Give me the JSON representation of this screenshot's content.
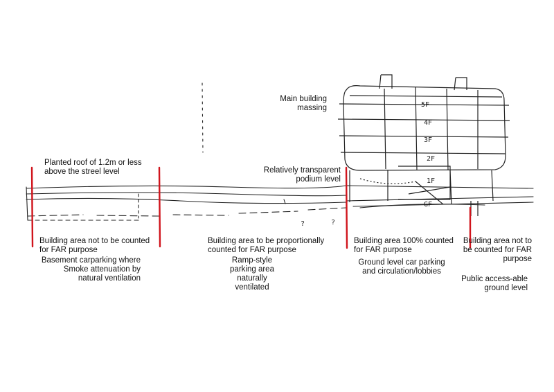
{
  "annotations": {
    "main_building": "Main building\nmassing",
    "planted_roof": "Planted roof of 1.2m or less\nabove the streel level",
    "podium": "Relatively transparent\npodium level",
    "zone1_far": "Building area not to be counted\nfor FAR purpose",
    "zone1_desc": "Basement carparking where\nSmoke attenuation by\nnatural ventilation",
    "zone2_far": "Building area to be proportionally\ncounted for FAR purpose",
    "zone2_desc": "Ramp-style\nparking area\nnaturally\nventilated",
    "zone3_far": "Building area 100% counted\nfor FAR purpose",
    "zone3_desc": "Ground level car parking\nand circulation/lobbies",
    "zone4_far": "Building area not to\nbe counted for FAR\npurpose",
    "zone4_desc": "Public access-able\nground level"
  },
  "floor_labels": [
    "5F",
    "4F",
    "3F",
    "2F",
    "1F",
    "GF"
  ],
  "question_marks": [
    "?",
    "?"
  ],
  "colors": {
    "divider": "#d0141c",
    "ink": "#222222"
  }
}
